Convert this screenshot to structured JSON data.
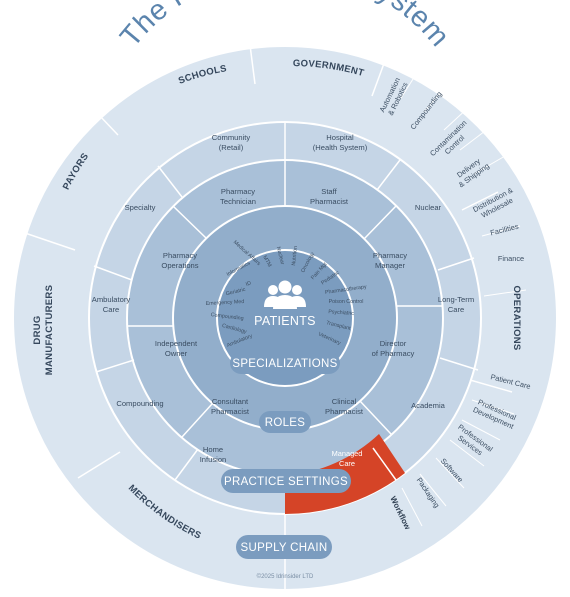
{
  "title": "The Pharmacy Ecosystem",
  "core": {
    "label": "PATIENTS"
  },
  "rings": {
    "specializations": {
      "label": "SPECIALIZATIONS",
      "items": [
        "Medical Affairs",
        "Informatics",
        "ID",
        "Geriatric",
        "Emergency Med",
        "Compounding",
        "Cardiology",
        "Ambulatory",
        "MTM",
        "Nuclear",
        "Nutrition",
        "Oncology",
        "Pain Mgt",
        "Pediatric",
        "Pharmacotherapy",
        "Poison Control",
        "Psychiatric",
        "Transplant",
        "Veterinary"
      ]
    },
    "roles": {
      "label": "ROLES",
      "items": [
        "Pharmacy Technician",
        "Staff Pharmacist",
        "Pharmacy Manager",
        "Director of Pharmacy",
        "Clinical Pharmacist",
        "Consultant Pharmacist",
        "Independent Owner",
        "Pharmacy Operations"
      ]
    },
    "practice_settings": {
      "label": "PRACTICE SETTINGS",
      "items": [
        "Community (Retail)",
        "Hospital (Health System)",
        "Nuclear",
        "Long-Term Care",
        "Academia",
        "Managed Care",
        "Home Infusion",
        "Compounding",
        "Ambulatory Care",
        "Specialty"
      ]
    },
    "supply_chain": {
      "label": "SUPPLY CHAIN",
      "items": [
        "SCHOOLS",
        "GOVERNMENT",
        "PAYORS",
        "DRUG MANUFACTURERS",
        "MERCHANDISERS",
        "OPERATIONS"
      ],
      "operations": [
        "Automation & Robotics",
        "Compounding",
        "Contamination Control",
        "Delivery & Shipping",
        "Distribution & Wholesale",
        "Facilities",
        "Finance",
        "Patient Care",
        "Professional Development",
        "Professional Services",
        "Software",
        "Packaging",
        "Workflow"
      ]
    }
  },
  "copyright": "©2025 Idrinsider LTD",
  "colors": {
    "outer": "#dae5f0",
    "practice": "#c5d5e6",
    "roles": "#a9c0d8",
    "spec": "#92aecb",
    "core": "#7b9cbf",
    "pill": "#7b9cbf",
    "highlight": "#d54427",
    "lines": "#ffffff",
    "title": "#5b84ad"
  }
}
